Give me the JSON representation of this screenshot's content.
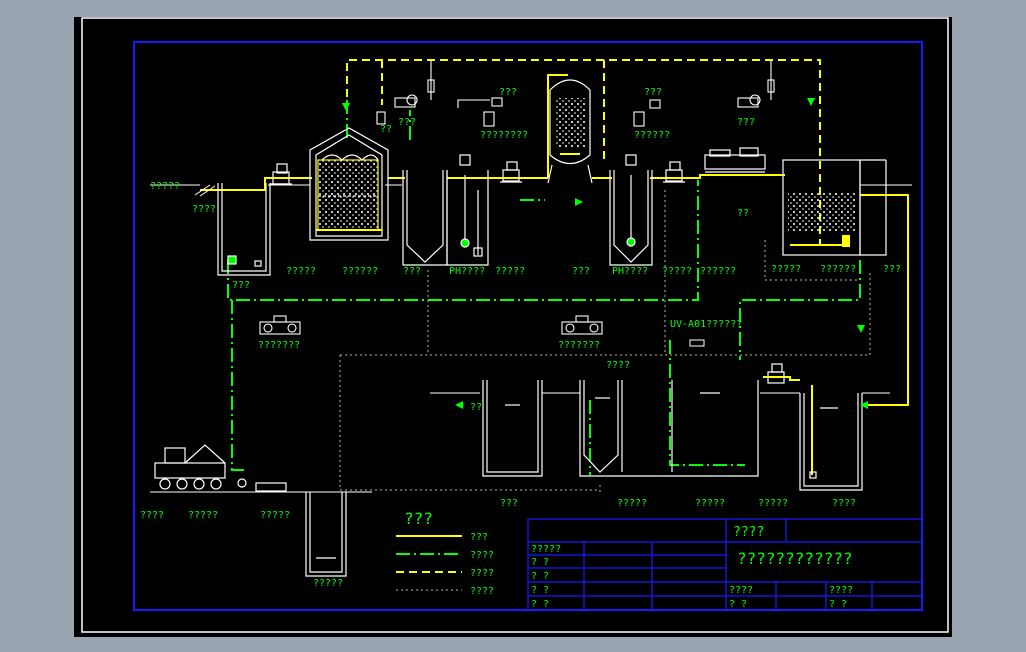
{
  "colors": {
    "paper": "#000000",
    "surround": "#9aa5b1",
    "border_outer": "#ffffff",
    "border_inner": "#1a1aff",
    "pipe_sewage": "#ffff00",
    "pipe_sludge": "#00ff00",
    "pipe_air": "#ffff00",
    "pipe_overflow": "#e0e0a0",
    "equipment": "#ffffff",
    "label": "#00ff00"
  },
  "labels": {
    "inlet_a": "?????",
    "inlet_b": "????",
    "grid_well": "???",
    "label_a": "?????",
    "label_b": "??????",
    "label_c": "???",
    "ph_a": "PH????",
    "label_d": "?????",
    "label_e": "???",
    "ph_b": "PH????",
    "label_f": "?????",
    "label_g": "??????",
    "label_h": "?????",
    "label_i": "??????",
    "label_j": "???",
    "label_k": "??",
    "dose_a": "???",
    "dose_b": "????????",
    "dose_c": "???",
    "dose_d": "??????",
    "dose_e": "???",
    "dose_f": "???",
    "blower_a": "???????",
    "blower_b": "???????",
    "uv": "UV-A01??????",
    "label_l": "????",
    "label_m": "??",
    "bottom_1": "????",
    "bottom_2": "?????",
    "bottom_3": "?????",
    "bottom_4": "???",
    "bottom_5": "?????",
    "bottom_6": "?????",
    "bottom_7": "?????",
    "bottom_8": "????",
    "sump": "?????"
  },
  "legend": {
    "title": "???",
    "items": [
      {
        "text": "???",
        "style": "solid"
      },
      {
        "text": "????",
        "style": "dashdot"
      },
      {
        "text": "????",
        "style": "dashed"
      },
      {
        "text": "????",
        "style": "dotted"
      }
    ]
  },
  "title_block": {
    "header": "????",
    "drawing_title": "????????????",
    "row_1": "?????",
    "row_2": "?  ?",
    "row_3": "?  ?",
    "row_4": "?  ?",
    "row_5": "?  ?",
    "field_a": "????",
    "field_b": "?  ?",
    "field_c": "????",
    "field_d": "?  ?"
  }
}
